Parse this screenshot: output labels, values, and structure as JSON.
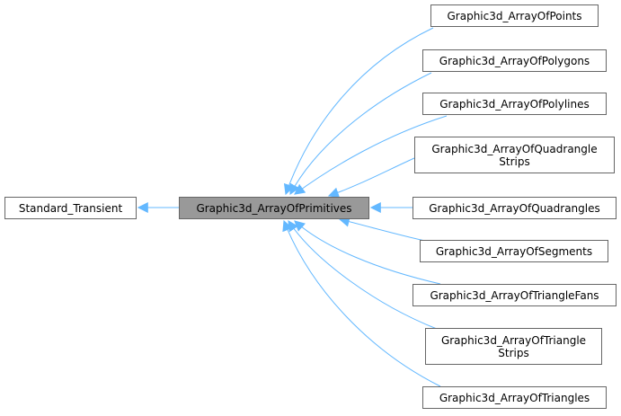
{
  "diagram": {
    "edge_color": "#63b8ff",
    "focus_fill": "#999999",
    "base_class": {
      "label": "Standard_Transient"
    },
    "focus_class": {
      "label": "Graphic3d_ArrayOfPrimitives"
    },
    "derived_classes": [
      {
        "label": "Graphic3d_ArrayOfPoints"
      },
      {
        "label": "Graphic3d_ArrayOfPolygons"
      },
      {
        "label": "Graphic3d_ArrayOfPolylines"
      },
      {
        "label": "Graphic3d_ArrayOfQuadrangle\nStrips"
      },
      {
        "label": "Graphic3d_ArrayOfQuadrangles"
      },
      {
        "label": "Graphic3d_ArrayOfSegments"
      },
      {
        "label": "Graphic3d_ArrayOfTriangleFans"
      },
      {
        "label": "Graphic3d_ArrayOfTriangle\nStrips"
      },
      {
        "label": "Graphic3d_ArrayOfTriangles"
      }
    ]
  }
}
